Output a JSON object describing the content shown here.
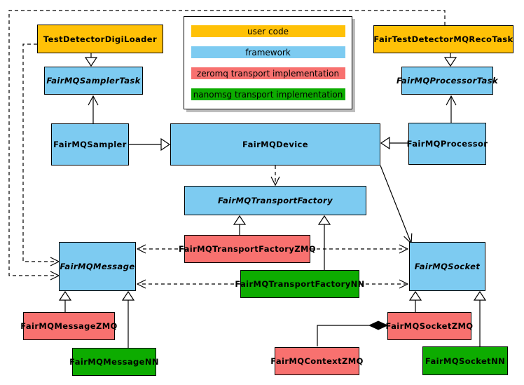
{
  "colors": {
    "user_code": "#FFC107",
    "framework": "#7DCBF1",
    "zeromq": "#F8716F",
    "nanomsg": "#0DAC00",
    "edge": "#000000",
    "legend_background": "#FFFFFF",
    "background": "#FFFFFF"
  },
  "legend": {
    "items": [
      {
        "label": "user code",
        "category": "user_code"
      },
      {
        "label": "framework",
        "category": "framework"
      },
      {
        "label": "zeromq transport implementation",
        "category": "zeromq"
      },
      {
        "label": "nanomsg transport implementation",
        "category": "nanomsg"
      }
    ]
  },
  "nodes": {
    "test_detector_digi_loader": {
      "label": "TestDetectorDigiLoader",
      "category": "user_code",
      "abstract": false
    },
    "fair_test_detector_mq_reco_task": {
      "label": "FairTestDetectorMQRecoTask",
      "category": "user_code",
      "abstract": false
    },
    "fairmq_sampler_task": {
      "label": "FairMQSamplerTask",
      "category": "framework",
      "abstract": true
    },
    "fairmq_processor_task": {
      "label": "FairMQProcessorTask",
      "category": "framework",
      "abstract": true
    },
    "fairmq_sampler": {
      "label": "FairMQSampler",
      "category": "framework",
      "abstract": false
    },
    "fairmq_device": {
      "label": "FairMQDevice",
      "category": "framework",
      "abstract": false
    },
    "fairmq_processor": {
      "label": "FairMQProcessor",
      "category": "framework",
      "abstract": false
    },
    "fairmq_transport_factory": {
      "label": "FairMQTransportFactory",
      "category": "framework",
      "abstract": true
    },
    "fairmq_transport_factory_zmq": {
      "label": "FairMQTransportFactoryZMQ",
      "category": "zeromq",
      "abstract": false
    },
    "fairmq_transport_factory_nn": {
      "label": "FairMQTransportFactoryNN",
      "category": "nanomsg",
      "abstract": false
    },
    "fairmq_message": {
      "label": "FairMQMessage",
      "category": "framework",
      "abstract": true
    },
    "fairmq_socket": {
      "label": "FairMQSocket",
      "category": "framework",
      "abstract": true
    },
    "fairmq_message_zmq": {
      "label": "FairMQMessageZMQ",
      "category": "zeromq",
      "abstract": false
    },
    "fairmq_message_nn": {
      "label": "FairMQMessageNN",
      "category": "nanomsg",
      "abstract": false
    },
    "fairmq_socket_zmq": {
      "label": "FairMQSocketZMQ",
      "category": "zeromq",
      "abstract": false
    },
    "fairmq_context_zmq": {
      "label": "FairMQContextZMQ",
      "category": "zeromq",
      "abstract": false
    },
    "fairmq_socket_nn": {
      "label": "FairMQSocketNN",
      "category": "nanomsg",
      "abstract": false
    }
  },
  "relationships": [
    {
      "from": "TestDetectorDigiLoader",
      "to": "FairMQSamplerTask",
      "type": "inheritance"
    },
    {
      "from": "FairTestDetectorMQRecoTask",
      "to": "FairMQProcessorTask",
      "type": "inheritance"
    },
    {
      "from": "FairMQSampler",
      "to": "FairMQDevice",
      "type": "inheritance"
    },
    {
      "from": "FairMQProcessor",
      "to": "FairMQDevice",
      "type": "inheritance"
    },
    {
      "from": "FairMQTransportFactoryZMQ",
      "to": "FairMQTransportFactory",
      "type": "inheritance"
    },
    {
      "from": "FairMQTransportFactoryNN",
      "to": "FairMQTransportFactory",
      "type": "inheritance"
    },
    {
      "from": "FairMQMessageZMQ",
      "to": "FairMQMessage",
      "type": "inheritance"
    },
    {
      "from": "FairMQMessageNN",
      "to": "FairMQMessage",
      "type": "inheritance"
    },
    {
      "from": "FairMQSocketZMQ",
      "to": "FairMQSocket",
      "type": "inheritance"
    },
    {
      "from": "FairMQSocketNN",
      "to": "FairMQSocket",
      "type": "inheritance"
    },
    {
      "from": "FairMQSampler",
      "to": "FairMQSamplerTask",
      "type": "association"
    },
    {
      "from": "FairMQProcessor",
      "to": "FairMQProcessorTask",
      "type": "association"
    },
    {
      "from": "FairMQDevice",
      "to": "FairMQSocket",
      "type": "association"
    },
    {
      "from": "FairMQDevice",
      "to": "FairMQTransportFactory",
      "type": "dependency"
    },
    {
      "from": "FairTestDetectorMQRecoTask",
      "to": "FairMQMessage",
      "type": "dependency"
    },
    {
      "from": "TestDetectorDigiLoader",
      "to": "FairMQMessage",
      "type": "dependency"
    },
    {
      "from": "FairMQTransportFactoryZMQ",
      "to": "FairMQMessage",
      "type": "dependency"
    },
    {
      "from": "FairMQTransportFactoryZMQ",
      "to": "FairMQSocket",
      "type": "dependency"
    },
    {
      "from": "FairMQTransportFactoryNN",
      "to": "FairMQMessage",
      "type": "dependency"
    },
    {
      "from": "FairMQTransportFactoryNN",
      "to": "FairMQSocket",
      "type": "dependency"
    },
    {
      "from": "FairMQSocketZMQ",
      "to": "FairMQContextZMQ",
      "type": "composition"
    }
  ]
}
